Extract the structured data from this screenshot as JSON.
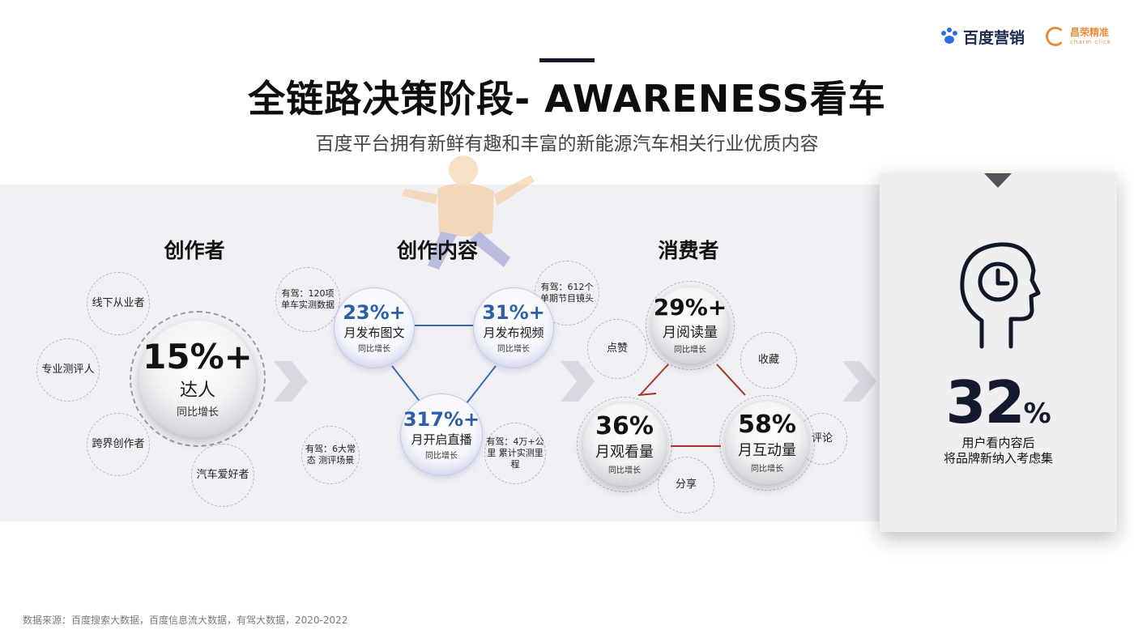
{
  "header": {
    "title": "全链路决策阶段- AWARENESS看车",
    "subtitle": "百度平台拥有新鲜有趣和丰富的新能源汽车相关行业优质内容"
  },
  "logos": {
    "baidu": "百度营销",
    "charm_cn": "昌荣精准",
    "charm_en": "charm click"
  },
  "creators": {
    "heading": "创作者",
    "center": {
      "value": "15%+",
      "label": "达人",
      "sub": "同比增长"
    },
    "types": [
      "线下从业者",
      "专业测评人",
      "跨界创作者",
      "汽车爱好者"
    ]
  },
  "content": {
    "heading": "创作内容",
    "metrics": [
      {
        "value": "23%+",
        "label": "月发布图文",
        "sub": "同比增长"
      },
      {
        "value": "31%+",
        "label": "月发布视频",
        "sub": "同比增长"
      },
      {
        "value": "317%+",
        "label": "月开启直播",
        "sub": "同比增长"
      }
    ],
    "notes": [
      "有驾：120项 单车实测数据",
      "有驾：612个 单期节目镜头",
      "有驾：6大常态 测评场景",
      "有驾：4万+公里 累计实测里程"
    ]
  },
  "consumers": {
    "heading": "消费者",
    "metrics": [
      {
        "value": "29%+",
        "label": "月阅读量",
        "sub": "同比增长"
      },
      {
        "value": "36%",
        "label": "月观看量",
        "sub": "同比增长"
      },
      {
        "value": "58%",
        "label": "月互动量",
        "sub": "同比增长"
      }
    ],
    "actions": [
      "点赞",
      "收藏",
      "评论",
      "分享"
    ]
  },
  "result": {
    "value": "32",
    "unit": "%",
    "caption_line1": "用户看内容后",
    "caption_line2": "将品牌新纳入考虑集"
  },
  "footnote": "数据来源：百度搜索大数据，百度信息流大数据，有驾大数据，2020-2022",
  "colors": {
    "accent_blue": "#2d5fa8",
    "connector_red": "#a8322a",
    "dark_navy": "#141a2e"
  }
}
